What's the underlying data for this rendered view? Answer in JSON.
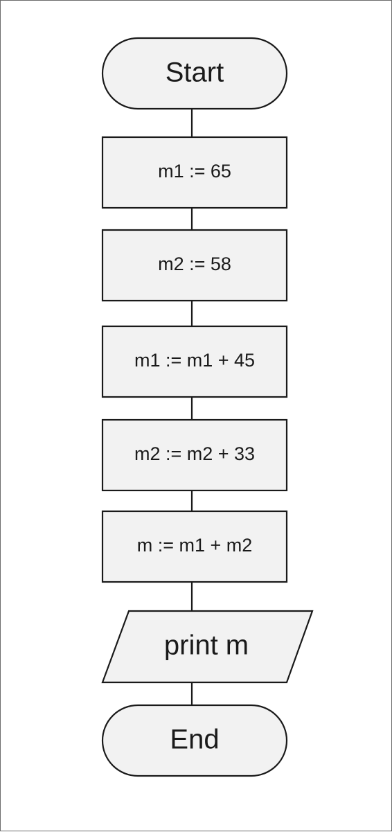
{
  "flowchart": {
    "start": "Start",
    "steps": [
      "m1 := 65",
      "m2 := 58",
      "m1 := m1 + 45",
      "m2 := m2 + 33",
      "m := m1 + m2"
    ],
    "output": "print m",
    "end": "End"
  },
  "colors": {
    "shape_fill": "#f2f2f2",
    "stroke": "#1a1a1a",
    "text": "#1a1a1a"
  }
}
